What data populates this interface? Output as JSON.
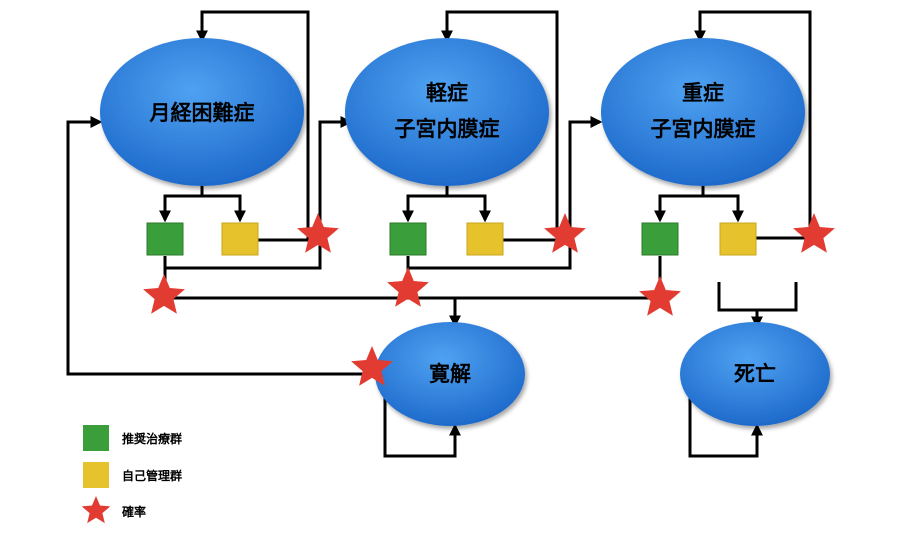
{
  "colors": {
    "state_fill": "#2f86e0",
    "recommended": "#3a9e3a",
    "self_managed": "#e6c22c",
    "probability": "#e23c32",
    "line": "#000000"
  },
  "states": [
    {
      "id": "dysmenorrhea",
      "lines": [
        "月経困難症"
      ]
    },
    {
      "id": "mild-endometriosis",
      "lines": [
        "軽症",
        "子宮内膜症"
      ]
    },
    {
      "id": "severe-endometriosis",
      "lines": [
        "重症",
        "子宮内膜症"
      ]
    },
    {
      "id": "remission",
      "lines": [
        "寛解"
      ]
    },
    {
      "id": "death",
      "lines": [
        "死亡"
      ]
    }
  ],
  "legend": [
    {
      "id": "recommended",
      "label": "推奨治療群",
      "icon": "green-square-icon"
    },
    {
      "id": "self-managed",
      "label": "自己管理群",
      "icon": "yellow-square-icon"
    },
    {
      "id": "probability",
      "label": "確率",
      "icon": "red-star-icon"
    }
  ]
}
